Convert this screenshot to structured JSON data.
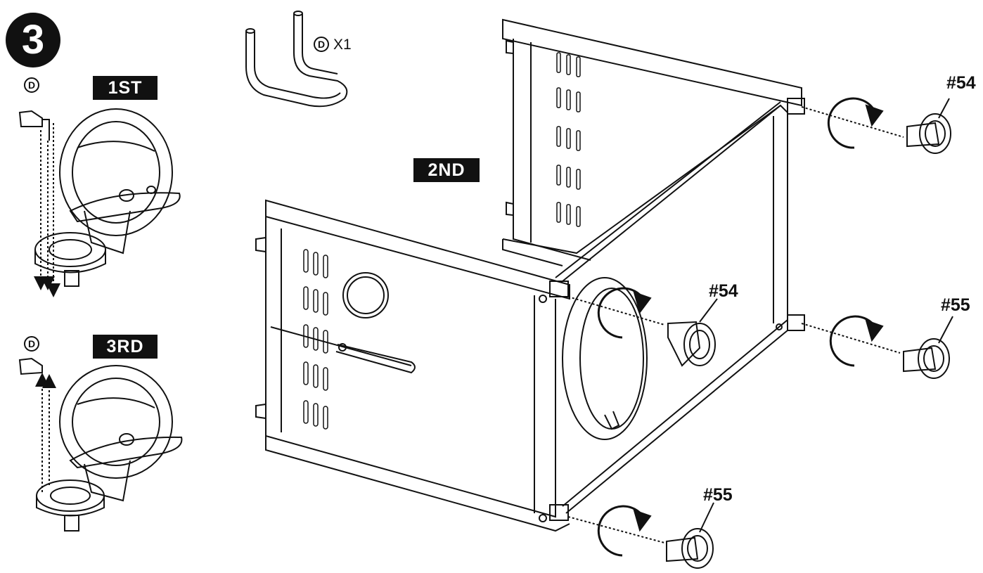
{
  "step": {
    "number": "3"
  },
  "labels": {
    "first": "1ST",
    "second": "2ND",
    "third": "3RD"
  },
  "pin": {
    "letter": "D",
    "quantity": "X1"
  },
  "parts": {
    "caster_54": "#54",
    "caster_55": "#55"
  }
}
